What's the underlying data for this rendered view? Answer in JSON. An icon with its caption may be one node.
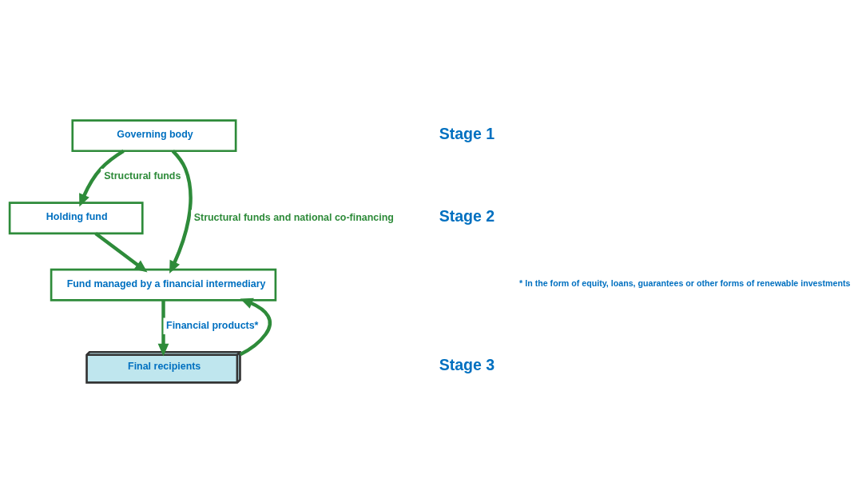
{
  "diagram": {
    "nodes": [
      {
        "text": [
          "Governing body"
        ]
      },
      {
        "text": [
          "Holding fund"
        ]
      },
      {
        "text": [
          "Fund managed by a financial intermediary"
        ]
      },
      {
        "text": [
          "Final recipients"
        ]
      }
    ],
    "edges": [
      {
        "from": 0,
        "to": 1,
        "arrow": "to",
        "label": "Structural funds"
      },
      {
        "from": 0,
        "to": 2,
        "arrow": "to",
        "label": "Structural funds and national co-financing"
      },
      {
        "from": 1,
        "to": 2,
        "arrow": "to"
      },
      {
        "from": 2,
        "to": 3,
        "arrow": "to",
        "label": "Financial products*"
      },
      {
        "from": 3,
        "to": 2,
        "arrow": "to"
      }
    ],
    "labels": [
      "Stage 1",
      "Stage 2",
      "Stage 3",
      "* In the form of equity, loans, guarantees or other forms of renewable investments"
    ]
  }
}
